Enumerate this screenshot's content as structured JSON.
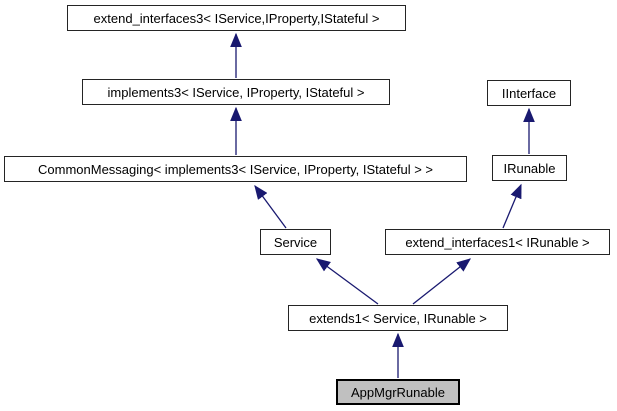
{
  "diagram": {
    "type": "class-inheritance-graph",
    "background_color": "#ffffff",
    "arrow_color": "#191970",
    "node_border_color": "#242424",
    "highlight_fill_color": "#c0c0c0",
    "nodes": [
      {
        "id": "extend_interfaces3",
        "label": "extend_interfaces3< IService,IProperty,IStateful >",
        "highlighted": false
      },
      {
        "id": "implements3",
        "label": "implements3< IService, IProperty, IStateful >",
        "highlighted": false
      },
      {
        "id": "common_messaging",
        "label": "CommonMessaging< implements3< IService, IProperty, IStateful > >",
        "highlighted": false
      },
      {
        "id": "iinterface",
        "label": "IInterface",
        "highlighted": false
      },
      {
        "id": "irunable",
        "label": "IRunable",
        "highlighted": false
      },
      {
        "id": "service",
        "label": "Service",
        "highlighted": false
      },
      {
        "id": "extend_interfaces1",
        "label": "extend_interfaces1< IRunable >",
        "highlighted": false
      },
      {
        "id": "extends1",
        "label": "extends1< Service, IRunable >",
        "highlighted": false
      },
      {
        "id": "app_mgr_runable",
        "label": "AppMgrRunable",
        "highlighted": true
      }
    ],
    "edges": [
      {
        "from": "implements3",
        "to": "extend_interfaces3",
        "style": "inheritance-arrow"
      },
      {
        "from": "common_messaging",
        "to": "implements3",
        "style": "inheritance-arrow"
      },
      {
        "from": "service",
        "to": "common_messaging",
        "style": "inheritance-arrow"
      },
      {
        "from": "irunable",
        "to": "iinterface",
        "style": "inheritance-arrow"
      },
      {
        "from": "extend_interfaces1",
        "to": "irunable",
        "style": "inheritance-arrow"
      },
      {
        "from": "extends1",
        "to": "service",
        "style": "inheritance-arrow"
      },
      {
        "from": "extends1",
        "to": "extend_interfaces1",
        "style": "inheritance-arrow"
      },
      {
        "from": "app_mgr_runable",
        "to": "extends1",
        "style": "inheritance-arrow"
      }
    ]
  }
}
